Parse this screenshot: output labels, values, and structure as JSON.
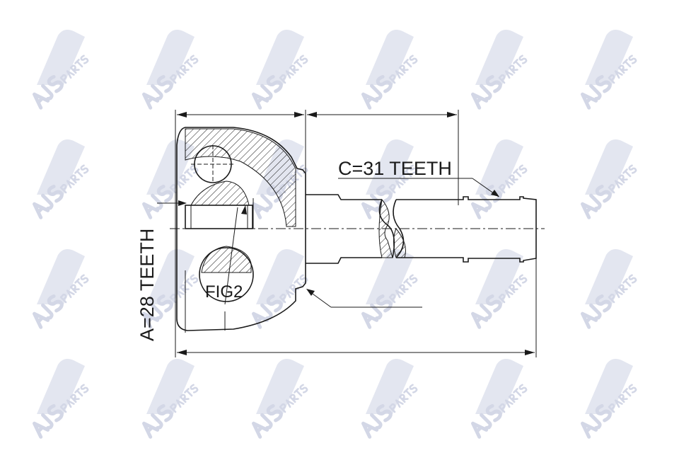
{
  "drawing": {
    "label_c": "C=31 TEETH",
    "label_a": "A=28 TEETH",
    "label_fig": "FIG2"
  },
  "watermark": {
    "brand": "AJS",
    "sub": "PARTS",
    "color": "#d3d7e6"
  },
  "colors": {
    "line": "#1a1a1a",
    "background": "#ffffff"
  }
}
